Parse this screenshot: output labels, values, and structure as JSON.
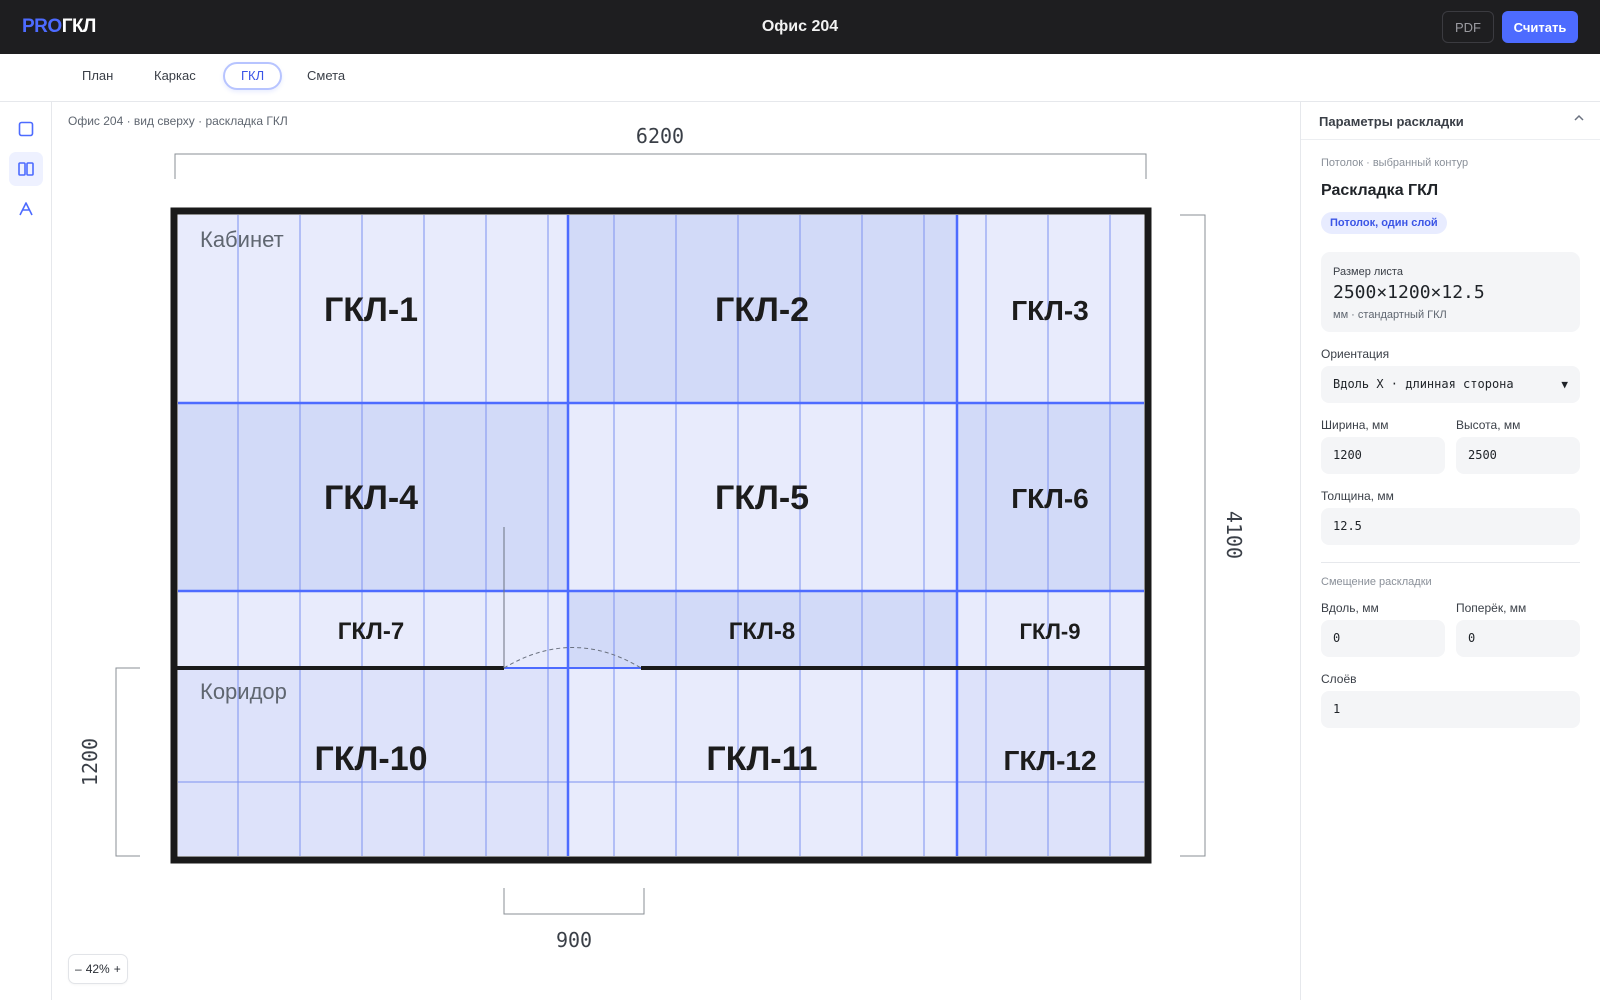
{
  "topbar": {
    "logo_pro": "PRO",
    "logo_gkl": "ГКЛ",
    "title": "Офис 204",
    "pdf_label": "PDF",
    "calc_label": "Считать"
  },
  "tabs": [
    {
      "label": "План",
      "active": false
    },
    {
      "label": "Каркас",
      "active": false
    },
    {
      "label": "ГКЛ",
      "active": true
    },
    {
      "label": "Смета",
      "active": false
    }
  ],
  "toolbar": {
    "tools": [
      "rectangle-icon",
      "columns-icon",
      "text-icon"
    ],
    "active": "columns-icon"
  },
  "canvas": {
    "breadcrumb": "Офис 204 · вид сверху · раскладка ГКЛ",
    "dims": {
      "width": "6200",
      "height": "4100",
      "corridor": "1200",
      "door": "900"
    },
    "rooms": [
      "Кабинет",
      "Коридор"
    ],
    "sheets": [
      "ГКЛ-1",
      "ГКЛ-2",
      "ГКЛ-3",
      "ГКЛ-4",
      "ГКЛ-5",
      "ГКЛ-6",
      "ГКЛ-7",
      "ГКЛ-8",
      "ГКЛ-9",
      "ГКЛ-10",
      "ГКЛ-11",
      "ГКЛ-12"
    ],
    "zoom": {
      "minus": "–",
      "value": "42%",
      "plus": "+"
    }
  },
  "colors": {
    "accent": "#4d6bff",
    "sheet_light": "#e8ebfc",
    "sheet_dark": "#d2daf8",
    "wall": "#1a1a1a"
  },
  "panel": {
    "header": "Параметры раскладки",
    "subtitle": "Потолок · выбранный контур",
    "title": "Раскладка ГКЛ",
    "chip": "Потолок, один слой",
    "sheet_size": {
      "label": "Размер листа",
      "value": "2500×1200×12.5",
      "note": "мм · стандартный ГКЛ"
    },
    "orientation": {
      "label": "Ориентация",
      "value": "Вдоль X · длинная сторона"
    },
    "width": {
      "label": "Ширина, мм",
      "value": "1200"
    },
    "height": {
      "label": "Высота, мм",
      "value": "2500"
    },
    "thickness": {
      "label": "Толщина, мм",
      "value": "12.5"
    },
    "offset_title": "Смещение раскладки",
    "along": {
      "label": "Вдоль, мм",
      "value": "0"
    },
    "across": {
      "label": "Поперёк, мм",
      "value": "0"
    },
    "layers": {
      "label": "Слоёв",
      "value": "1"
    }
  }
}
